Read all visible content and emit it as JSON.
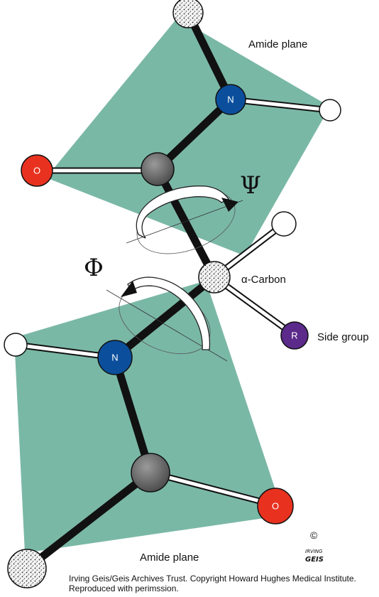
{
  "labels": {
    "amide_plane_top": "Amide plane",
    "amide_plane_bottom": "Amide plane",
    "alpha_carbon": "α-Carbon",
    "side_group": "Side group",
    "psi": "Ψ",
    "phi": "Φ",
    "copyright_symbol": "©",
    "signature": "IRVING GEIS"
  },
  "atoms": {
    "nitrogen": "N",
    "oxygen": "O",
    "r_group": "R"
  },
  "credit": {
    "line1": "Irving Geis/Geis Archives Trust. Copyright Howard Hughes Medical Institute.",
    "line2": "Reproduced with perimssion."
  },
  "colors": {
    "amide_plane": "#7ab8a6",
    "nitrogen": "#0b4f9c",
    "oxygen": "#e8321f",
    "r_group": "#5b2a8a",
    "carbonyl_carbon": "#6b6b6b",
    "hydrogen": "#ffffff",
    "bond": "#111111"
  }
}
